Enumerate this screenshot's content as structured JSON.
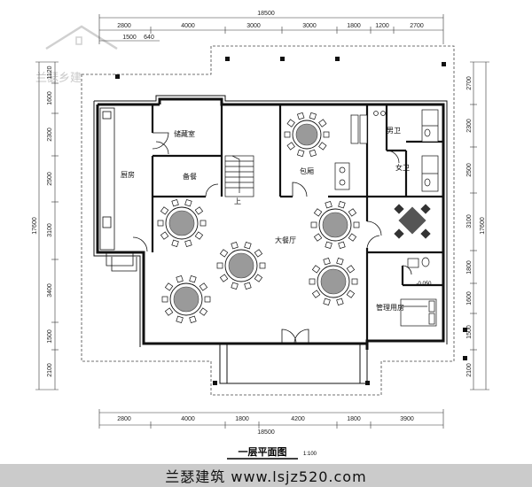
{
  "plan": {
    "title": "一层平面图",
    "scale": "1:100",
    "watermark": "兰瑟乡建",
    "total_width": "18500",
    "total_depth": "17600",
    "top_dims": [
      "2800",
      "4000",
      "3000",
      "3000",
      "1800",
      "1200",
      "2700"
    ],
    "top_sub_dims": [
      "1500",
      "640"
    ],
    "bottom_dims": [
      "2800",
      "4000",
      "1800",
      "4200",
      "1800",
      "3900"
    ],
    "left_dims": [
      "1120",
      "1600",
      "2300",
      "2500",
      "3100",
      "3400",
      "1500",
      "2100"
    ],
    "right_dims": [
      "2700",
      "2300",
      "2500",
      "3100",
      "1800",
      "1600",
      "1500",
      "2100"
    ],
    "stair_label": "上",
    "level_mark": "-0.050",
    "rooms": {
      "storage": "储藏室",
      "kitchen": "厨房",
      "pantry": "备餐",
      "private_room": "包厢",
      "mens_wc": "男卫",
      "womens_wc": "女卫",
      "dining_hall": "大餐厅",
      "manager_room": "管理用房"
    }
  },
  "footer": {
    "brand": "兰瑟建筑  www.lsjz520.com"
  }
}
